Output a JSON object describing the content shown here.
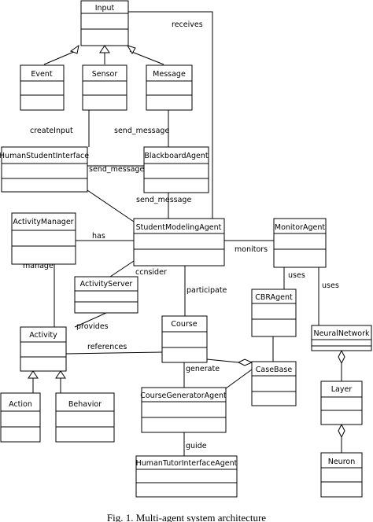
{
  "diagram": {
    "classes": {
      "input": "Input",
      "event": "Event",
      "sensor": "Sensor",
      "message": "Message",
      "human_student_interface": "HumanStudentInterface",
      "blackboard_agent": "BlackboardAgent",
      "activity_manager": "ActivityManager",
      "student_modeling_agent": "StudentModelingAgent",
      "monitor_agent": "MonitorAgent",
      "activity_server": "ActivityServer",
      "cbr_agent": "CBRAgent",
      "neural_network": "NeuralNetwork",
      "activity": "Activity",
      "course": "Course",
      "case_base": "CaseBase",
      "course_generator_agent": "CourseGeneratorAgent",
      "layer": "Layer",
      "action": "Action",
      "behavior": "Behavior",
      "neuron": "Neuron",
      "human_tutor_interface_agent": "HumanTutorInterfaceAgent"
    },
    "relations": {
      "receives": "receives",
      "create_input": "createInput",
      "send_message_1": "send_message",
      "send_message_2": "send_message",
      "send_message_3": "send_message",
      "has": "has",
      "monitors": "monitors",
      "manage": "manage",
      "consider": "ccnsider",
      "uses_1": "uses",
      "uses_2": "uses",
      "participate": "participate",
      "provides": "provides",
      "references": "references",
      "generate": "generate",
      "guide": "guide"
    },
    "caption": "Fig. 1. Multi-agent system architecture"
  }
}
